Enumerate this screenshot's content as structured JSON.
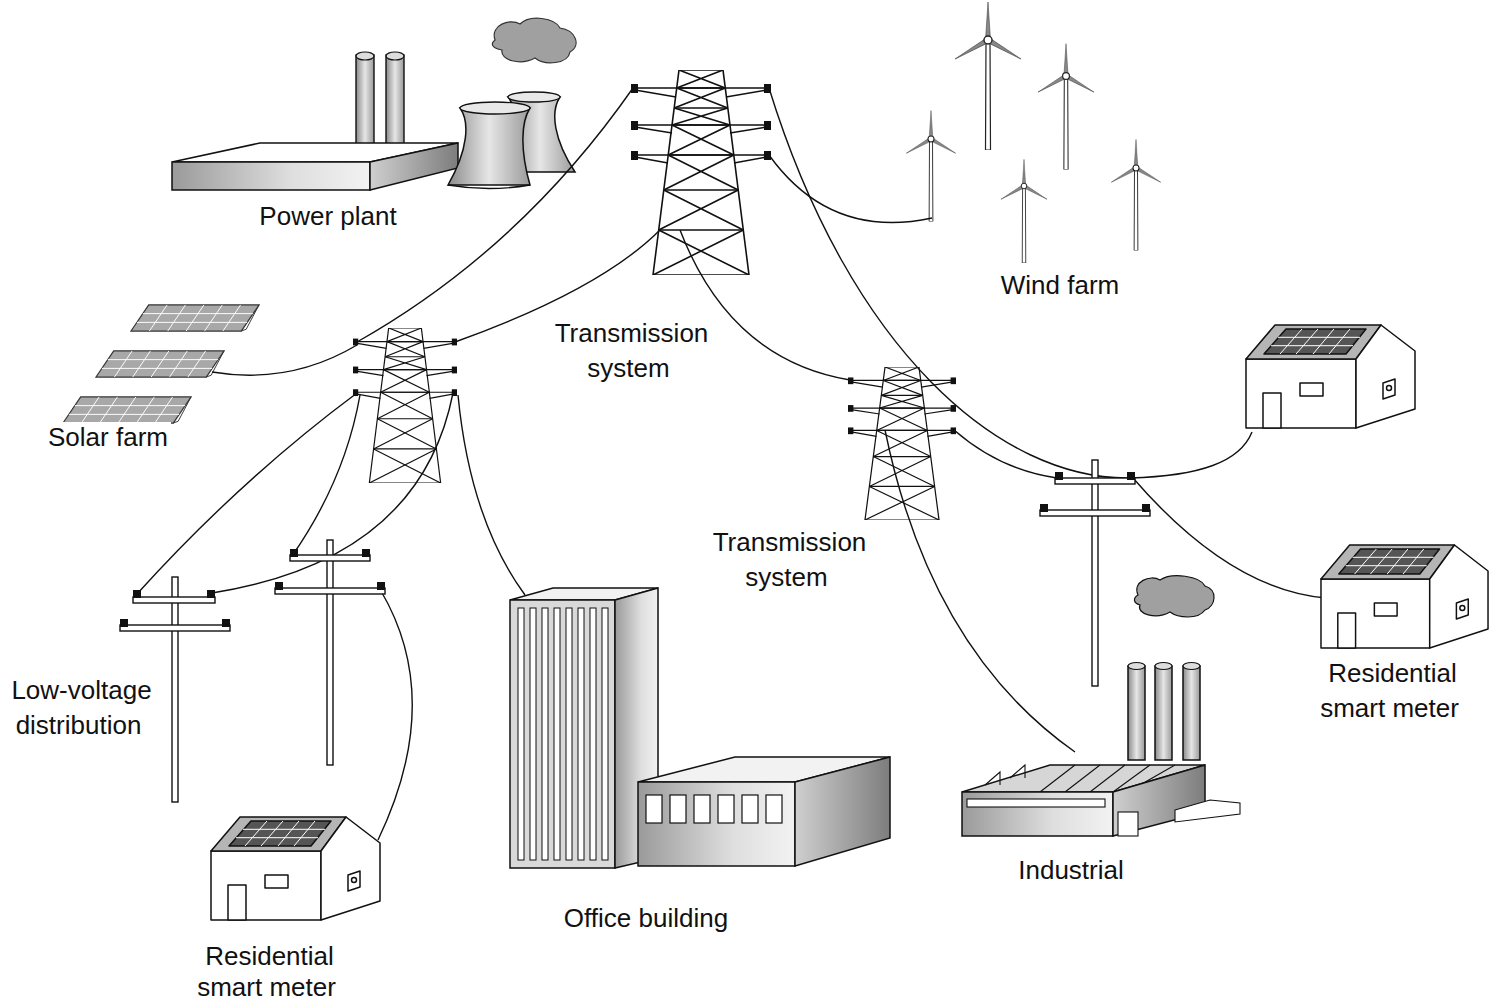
{
  "diagram": {
    "labels": [
      "Power plant",
      "Wind farm",
      "Transmission system",
      "Solar farm",
      "Transmission system",
      "Low-voltage distribution",
      "Residential smart meter",
      "Office building",
      "Industrial",
      "Residential smart meter"
    ]
  }
}
